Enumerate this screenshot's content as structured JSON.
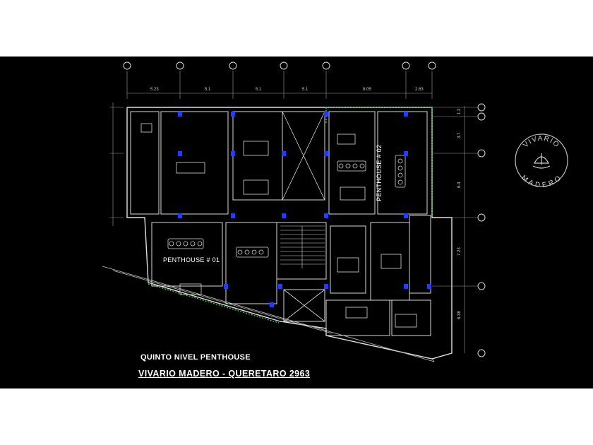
{
  "captions": {
    "level": "QUINTO NIVEL PENTHOUSE",
    "project": "VIVARIO MADERO - QUERETARO 2963"
  },
  "rooms": {
    "penthouse_01": "PENTHOUSE # 01",
    "penthouse_02": "PENTHOUSE # 02"
  },
  "top_dimensions": [
    "5.23",
    "5.1",
    "5.1",
    "5.1",
    "8.05",
    "2.63"
  ],
  "right_dimensions": [
    "1.2",
    "3.7",
    "6.4",
    "7.23",
    "6.38"
  ],
  "logo": {
    "top_text": "VIVARIO",
    "bottom_text": "MADERO",
    "icon": "leaf-icon"
  },
  "colors": {
    "background": "#000000",
    "lines": "#d8d8d8",
    "columns": "#1f3cff",
    "hatch": "#2fbf4a"
  }
}
